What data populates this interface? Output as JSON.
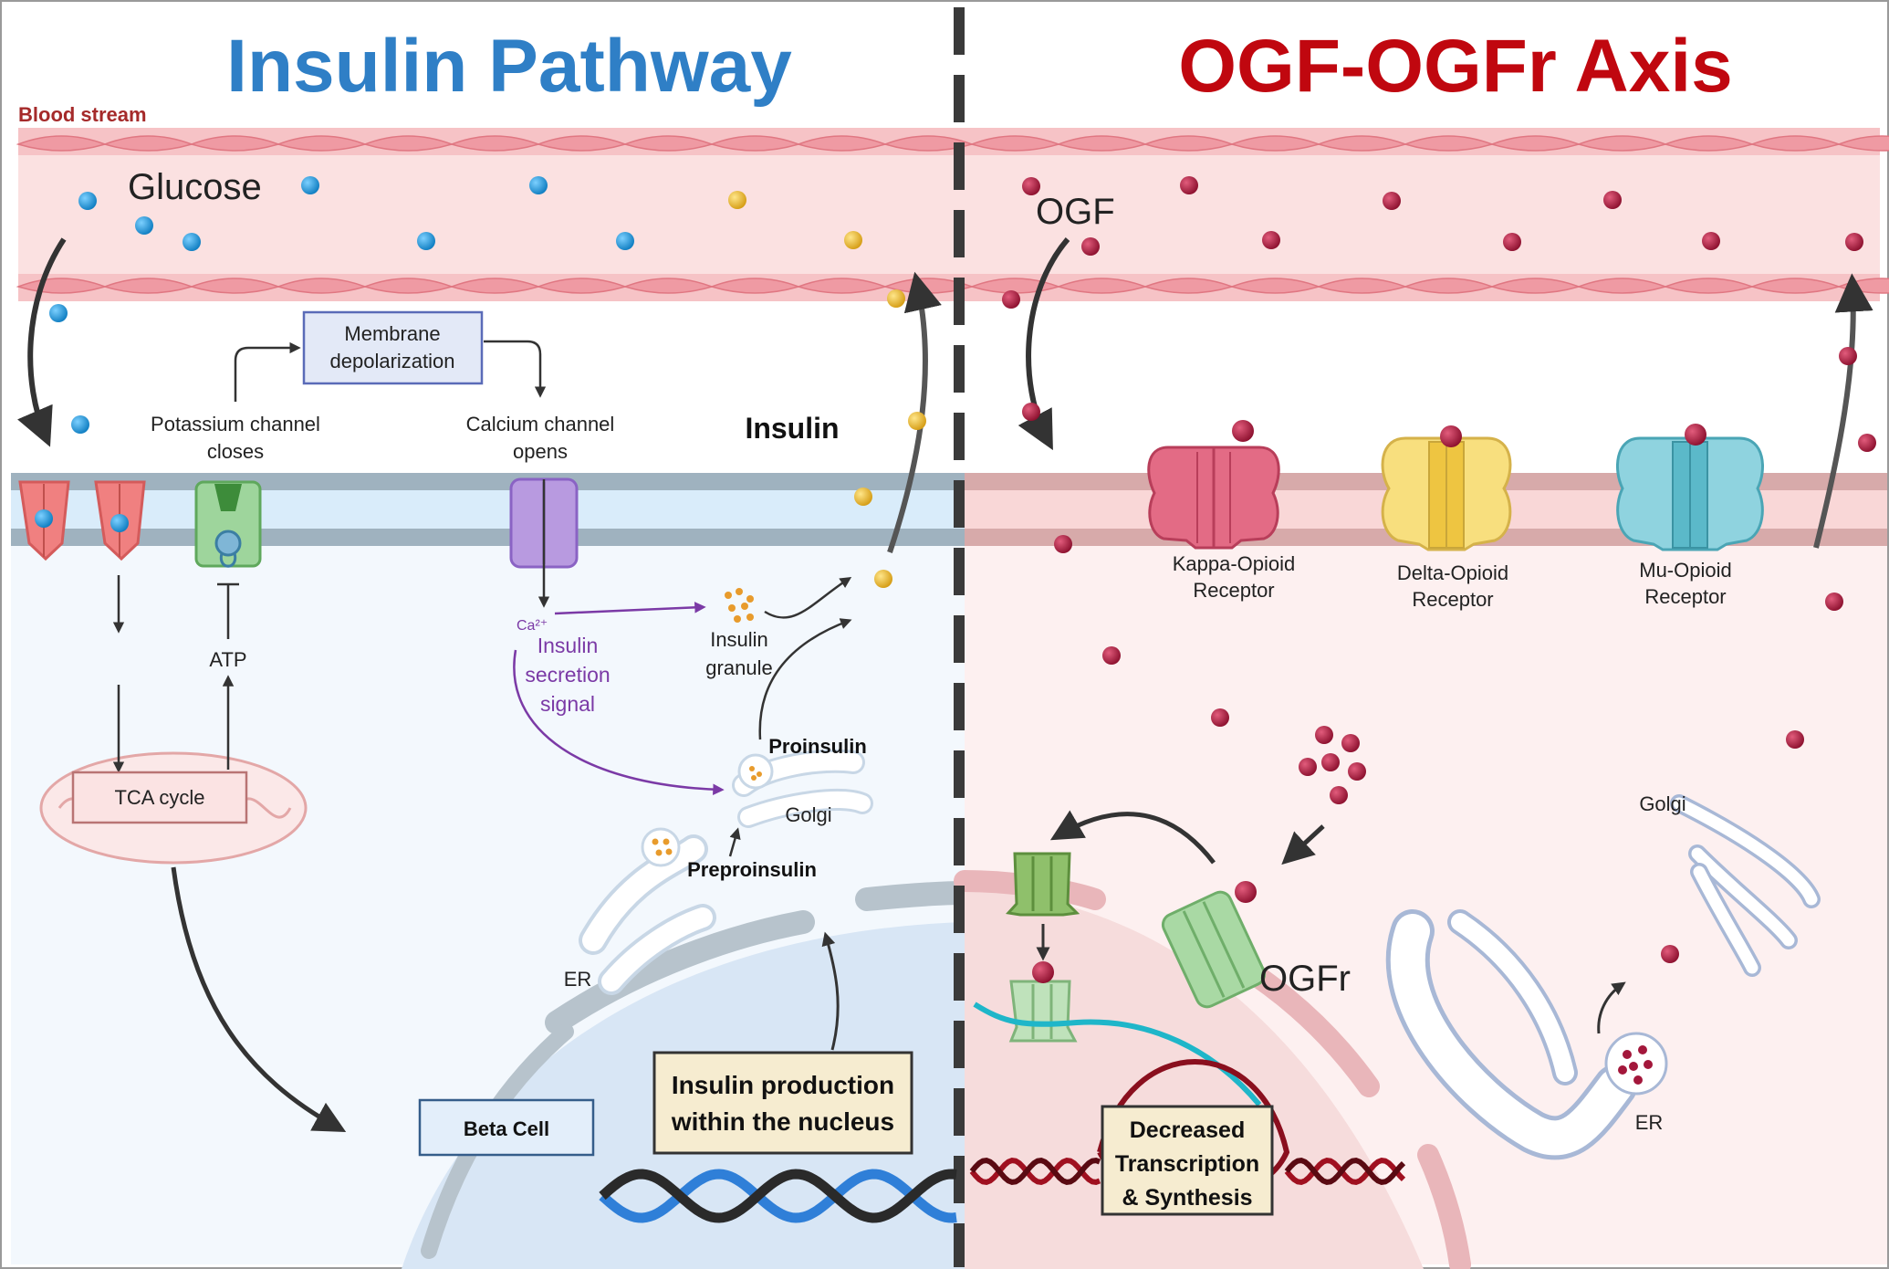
{
  "titles": {
    "left": "Insulin Pathway",
    "right": "OGF-OGFr Axis",
    "left_color": "#2f7fc6",
    "right_color": "#c0070f"
  },
  "labels": {
    "blood_stream": "Blood stream",
    "glucose": "Glucose",
    "ogf": "OGF",
    "membrane_depol_1": "Membrane",
    "membrane_depol_2": "depolarization",
    "k_channel_1": "Potassium channel",
    "k_channel_2": "closes",
    "ca_channel_1": "Calcium channel",
    "ca_channel_2": "opens",
    "insulin": "Insulin",
    "atp": "ATP",
    "tca": "TCA cycle",
    "ca2": "Ca²⁺",
    "secretion_1": "Insulin",
    "secretion_2": "secretion",
    "secretion_3": "signal",
    "granule_1": "Insulin",
    "granule_2": "granule",
    "proinsulin": "Proinsulin",
    "golgi_left": "Golgi",
    "preproinsulin": "Preproinsulin",
    "er_left": "ER",
    "beta_cell": "Beta Cell",
    "production_1": "Insulin production",
    "production_2": "within the nucleus",
    "kappa_1": "Kappa-Opioid",
    "kappa_2": "Receptor",
    "delta_1": "Delta-Opioid",
    "delta_2": "Receptor",
    "mu_1": "Mu-Opioid",
    "mu_2": "Receptor",
    "golgi_right": "Golgi",
    "ogfr": "OGFr",
    "er_right": "ER",
    "decreased_1": "Decreased",
    "decreased_2": "Transcription",
    "decreased_3": "& Synthesis"
  },
  "colors": {
    "glucose": "#1a8fd0",
    "insulin": "#e3b52a",
    "ogf": "#a3173b",
    "vessel": "#fbe1e1",
    "membrane": "#9fb2bf",
    "secretion": "#7b3aa6"
  }
}
